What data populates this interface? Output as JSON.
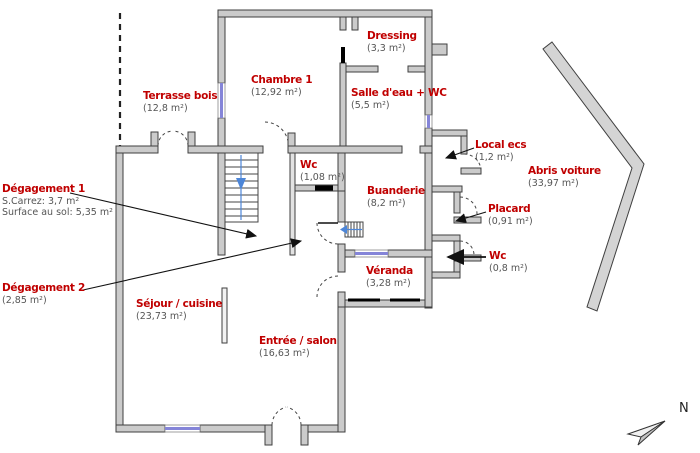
{
  "rooms": {
    "terrasse": {
      "name": "Terrasse bois",
      "area": "(12,8 m²)"
    },
    "chambre1": {
      "name": "Chambre 1",
      "area": "(12,92 m²)"
    },
    "dressing": {
      "name": "Dressing",
      "area": "(3,3 m²)"
    },
    "salle_eau": {
      "name": "Salle d'eau + WC",
      "area": "(5,5 m²)"
    },
    "wc_couloir": {
      "name": "Wc",
      "area": "(1,08 m²)"
    },
    "buanderie": {
      "name": "Buanderie",
      "area": "(8,2 m²)"
    },
    "local_ecs": {
      "name": "Local ecs",
      "area": "(1,2 m²)"
    },
    "abris_voiture": {
      "name": "Abris voiture",
      "area": "(33,97 m²)"
    },
    "placard": {
      "name": "Placard",
      "area": "(0,91 m²)"
    },
    "wc_droite": {
      "name": "Wc",
      "area": "(0,8 m²)"
    },
    "veranda": {
      "name": "Véranda",
      "area": "(3,28 m²)"
    },
    "sejour": {
      "name": "Séjour / cuisine",
      "area": "(23,73 m²)"
    },
    "entree": {
      "name": "Entrée / salon",
      "area": "(16,63 m²)"
    },
    "degagement1": {
      "name": "Dégagement 1",
      "line1": "S.Carrez: 3,7 m²",
      "line2": "Surface au sol: 5,35 m²"
    },
    "degagement2": {
      "name": "Dégagement 2",
      "area": "(2,85 m²)"
    }
  },
  "compass": {
    "label": "N"
  },
  "colors": {
    "wall_fill": "#cbcbcb",
    "wall_stroke": "#3f3f3f",
    "room_name": "#c00000",
    "room_area": "#555555",
    "window": "#8585d8",
    "stair_arrow": "#4d86d8"
  }
}
